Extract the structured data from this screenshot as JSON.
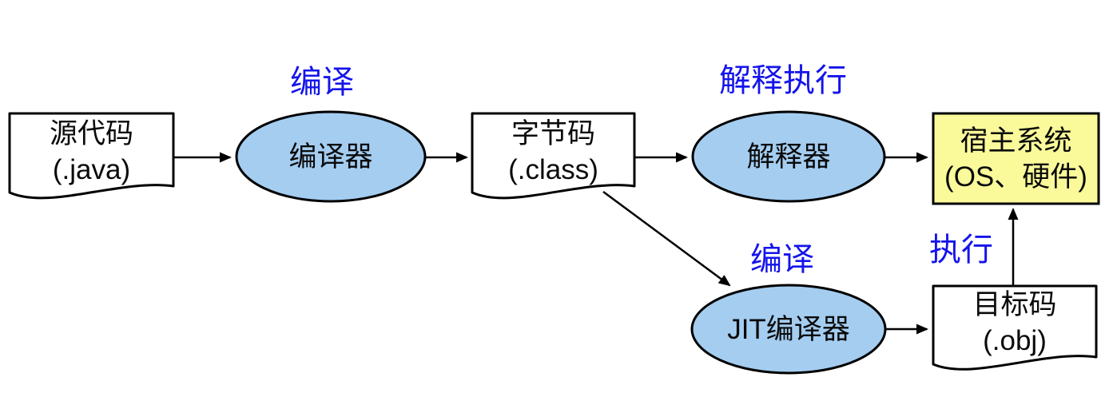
{
  "diagram": {
    "title_hint": "Java source compile / interpret / JIT execution flow",
    "nodes": {
      "source": {
        "line1": "源代码",
        "line2": "(.java)"
      },
      "compiler": {
        "label": "编译器"
      },
      "bytecode": {
        "line1": "字节码",
        "line2": "(.class)"
      },
      "interpreter": {
        "label": "解释器"
      },
      "host": {
        "line1": "宿主系统",
        "line2": "(OS、硬件)"
      },
      "jit": {
        "label": "JIT编译器"
      },
      "object": {
        "line1": "目标码",
        "line2": "(.obj)"
      }
    },
    "edge_labels": {
      "compile1": "编译",
      "interpret": "解释执行",
      "compile2": "编译",
      "execute": "执行"
    },
    "colors": {
      "ellipse_fill": "#A4CDF0",
      "host_fill": "#FAFA9B",
      "doc_fill": "#FFFFFF",
      "label_text": "#1414EB",
      "stroke": "#000000",
      "background": "#FFFFFF"
    }
  }
}
